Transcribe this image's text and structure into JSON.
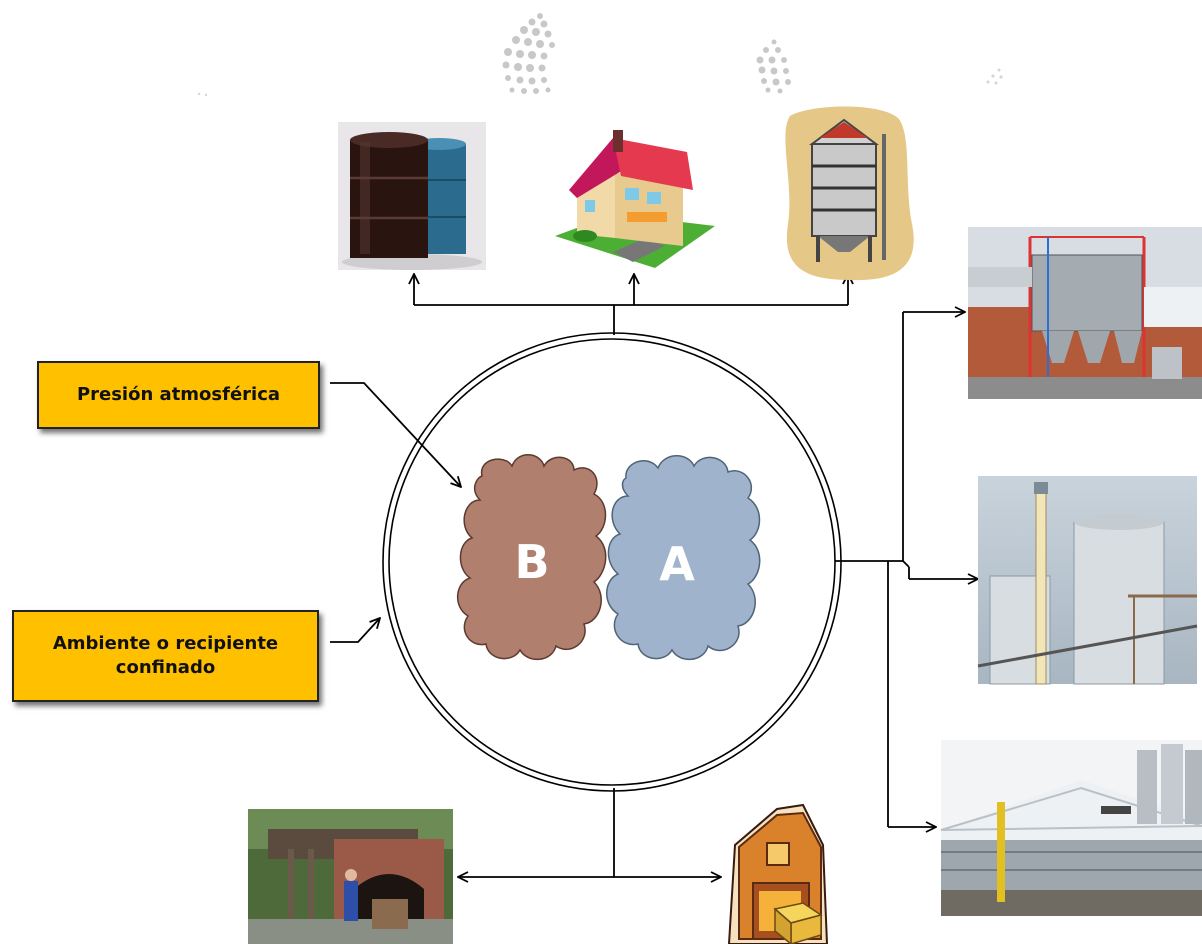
{
  "diagram": {
    "labels": {
      "atmospheric_pressure": "Presión atmosférica",
      "confined_environment": "Ambiente o recipiente confinado"
    },
    "clouds": {
      "left": {
        "letter": "B",
        "color": "#b07f6e"
      },
      "right": {
        "letter": "A",
        "color": "#9fb4cc"
      }
    },
    "images": [
      {
        "id": "drums",
        "description": "drums-icon"
      },
      {
        "id": "house",
        "description": "house-icon"
      },
      {
        "id": "silo",
        "description": "silo-icon"
      },
      {
        "id": "dust-collector",
        "description": "dust-collector-icon"
      },
      {
        "id": "industrial-silos",
        "description": "industrial-silos-icon"
      },
      {
        "id": "warehouse",
        "description": "warehouse-icon"
      },
      {
        "id": "mine-tunnel",
        "description": "mine-tunnel-icon"
      },
      {
        "id": "barn",
        "description": "barn-icon"
      }
    ],
    "colors": {
      "label_fill": "#ffc000",
      "line": "#000000"
    }
  }
}
